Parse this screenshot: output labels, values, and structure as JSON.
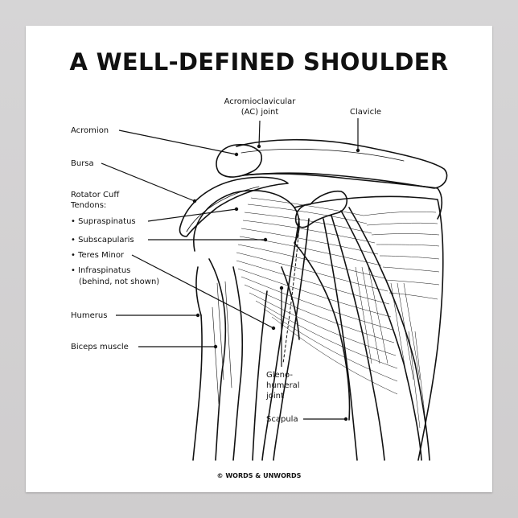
{
  "title": "A WELL-DEFINED SHOULDER",
  "labels": {
    "ac_joint_1": "Acromioclavicular",
    "ac_joint_2": "(AC) joint",
    "clavicle": "Clavicle",
    "acromion": "Acromion",
    "bursa": "Bursa",
    "rotator_1": "Rotator Cuff",
    "rotator_2": "Tendons:",
    "supraspinatus": "• Supraspinatus",
    "subscapularis": "• Subscapularis",
    "teres_minor": "• Teres Minor",
    "infraspinatus": "• Infraspinatus",
    "infraspinatus_note": "(behind, not shown)",
    "humerus": "Humerus",
    "biceps": "Biceps muscle",
    "gleno_1": "Gleno-",
    "gleno_2": "humeral",
    "gleno_3": "joint",
    "scapula": "Scapula"
  },
  "footer": "© WORDS & UNWORDS"
}
